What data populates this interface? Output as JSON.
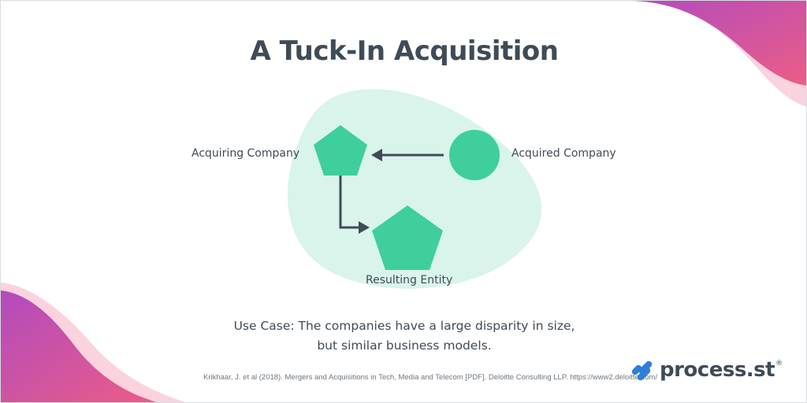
{
  "title": "A Tuck-In Acquisition",
  "nodes": {
    "acquiring": "Acquiring Company",
    "acquired": "Acquired Company",
    "result": "Resulting Entity"
  },
  "use_case": {
    "line1": "Use Case: The companies have a large disparity in size,",
    "line2": "but similar business models."
  },
  "citation": "Krikhaar, J. et al (2018). Mergers and Acquisitions in Tech, Media and Telecom [PDF]. Deloitte Consulting LLP. https://www2.deloitte.com/",
  "logo": {
    "text": "process.st",
    "registered": "®",
    "icon": "process-street-logo-icon"
  },
  "colors": {
    "blob": "#d9f4ea",
    "shape": "#3ecf9c",
    "arrow": "#3f4b56",
    "text": "#3f4b56",
    "accent_pink": "#e9508a",
    "accent_purple": "#b24bbd",
    "logo_blue": "#2f7fd8"
  }
}
